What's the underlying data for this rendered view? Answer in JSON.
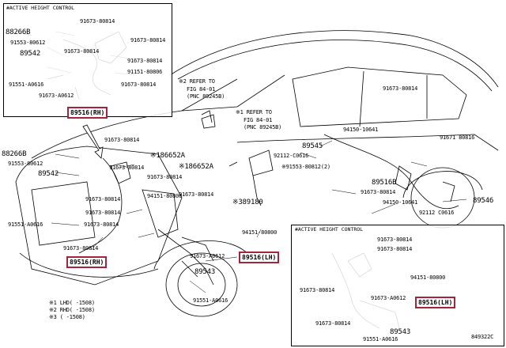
{
  "inset_left": {
    "title": "#ACTIVE HEIGHT CONTROL",
    "labels": [
      "91673-80814",
      "88266B",
      "91553-80612",
      "91673-80814",
      "89542",
      "91673-80814",
      "91673-80814",
      "91151-80806",
      "91551-A0616",
      "91673-80814",
      "91673-A0612"
    ],
    "highlight": "89516(RH)"
  },
  "inset_right": {
    "title": "#ACTIVE HEIGHT CONTROL",
    "labels": [
      "91673-80814",
      "91673-80814",
      "94151-80800",
      "91673-80814",
      "91673-A0612",
      "91673-80814",
      "89543",
      "91551-A0616"
    ],
    "highlight": "89516(LH)"
  },
  "main_labels": {
    "refer1": "※2 REFER TO",
    "refer1b": "FIG 84-01",
    "refer1c": "(PNC 89245B)",
    "refer2": "※1 REFER TO",
    "refer2b": "FIG 84-01",
    "refer2c": "(PNC 89245B)",
    "l_88266b": "88266B",
    "l_91553": "91553-80612",
    "l_89542": "89542",
    "l_91551": "91551-A0616",
    "l_91673_a": "91673-80814",
    "l_91673_b": "91673-80814",
    "l_91673_c": "91673-80814",
    "l_91673_d": "91673-80814",
    "l_91673_e": "91673-80814",
    "l_91673_f": "91673-80814",
    "l_91673_g": "91673-80814",
    "l_94151a": "94151-80800",
    "l_186652a": "※186652A",
    "l_186652a2": "※186652A",
    "l_389180": "※389180",
    "l_91673_a0612": "91673-A0612",
    "l_91673_h": "91673-80814",
    "l_89543": "89543",
    "l_91551b": "91551-A0616",
    "l_94151b": "94151-80800",
    "l_89545": "89545",
    "l_94150a": "94150-10641",
    "l_92112a": "92112-C0616",
    "l_91553b": "※91553-80812(2)",
    "l_91673_i": "91673-80814",
    "l_91671": "91671 80816",
    "l_89516b": "89516B",
    "l_91673_j": "91673-80814",
    "l_94150b": "94150-10641",
    "l_89546": "89546",
    "l_92112b": "92112 C0616",
    "hl_rh": "89516(RH)",
    "hl_lh": "89516(LH)"
  },
  "notes": [
    "※1 LHD(  -1508)",
    "※2 RHD(  -1508)",
    "※3 (  -1508)"
  ],
  "fig_id": "849322C",
  "colors": {
    "highlight": "#a3243b",
    "line": "#000000"
  }
}
